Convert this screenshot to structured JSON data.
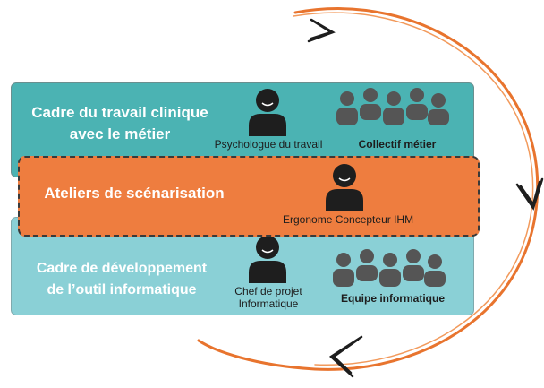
{
  "colors": {
    "top_band": "#4bb3b3",
    "middle_band": "#ee7d3f",
    "bottom_band": "#8ad0d6",
    "cycle_arrow": "#e8742e",
    "figure": "#1e1e1e"
  },
  "top": {
    "title_line1": "Cadre du travail clinique",
    "title_line2": "avec le métier",
    "person_label": "Psychologue du travail",
    "group_label": "Collectif métier"
  },
  "middle": {
    "title": "Ateliers de scénarisation",
    "person_label": "Ergonome Concepteur IHM"
  },
  "bottom": {
    "title_line1": "Cadre de développement",
    "title_line2": "de l’outil informatique",
    "person_label_line1": "Chef de projet",
    "person_label_line2": "Informatique",
    "group_label": "Equipe informatique"
  }
}
